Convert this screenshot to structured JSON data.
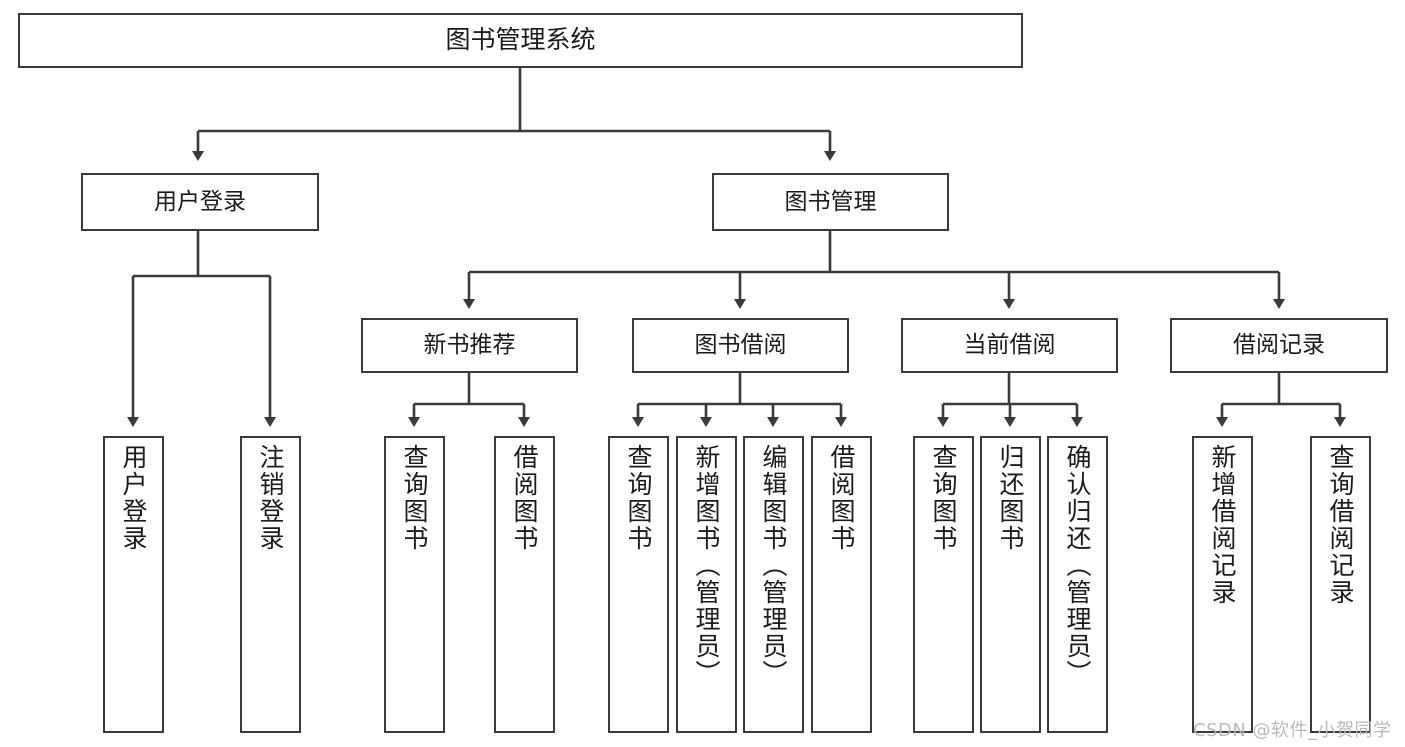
{
  "diagram": {
    "title": "图书管理系统",
    "type": "tree",
    "watermark": "CSDN @软件_小贺同学",
    "colors": {
      "background": "#ffffff",
      "border": "#3a3a3a",
      "text": "#1b1b1b",
      "watermark": "#b9b9b9"
    },
    "nodes": {
      "root": {
        "label": "图书管理系统"
      },
      "level1": [
        {
          "label": "用户登录"
        },
        {
          "label": "图书管理"
        }
      ],
      "level2": [
        {
          "label": "新书推荐"
        },
        {
          "label": "图书借阅"
        },
        {
          "label": "当前借阅"
        },
        {
          "label": "借阅记录"
        }
      ],
      "leaves": {
        "user_login": [
          {
            "label": "用户登录"
          },
          {
            "label": "注销登录"
          }
        ],
        "new_book_recommend": [
          {
            "label": "查询图书"
          },
          {
            "label": "借阅图书"
          }
        ],
        "book_borrow": [
          {
            "label": "查询图书"
          },
          {
            "label": "新增图书（管理员）"
          },
          {
            "label": "编辑图书（管理员）"
          },
          {
            "label": "借阅图书"
          }
        ],
        "current_borrow": [
          {
            "label": "查询图书"
          },
          {
            "label": "归还图书"
          },
          {
            "label": "确认归还（管理员）"
          }
        ],
        "borrow_record": [
          {
            "label": "新增借阅记录"
          },
          {
            "label": "查询借阅记录"
          }
        ]
      }
    }
  }
}
